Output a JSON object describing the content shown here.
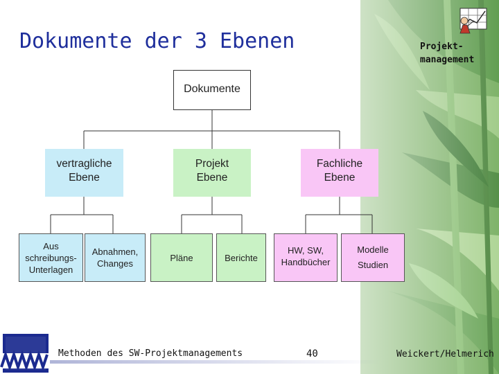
{
  "slide": {
    "title": "Dokumente der 3 Ebenen",
    "corner_label": "Projekt-\nmanagement",
    "corner_icon": "person-with-chart-icon",
    "logo": "WM-logo",
    "background": "bamboo-leaves",
    "footer": {
      "left": "Methoden des SW-Projektmanagements",
      "page_number": "40",
      "right": "Weickert/Helmerich"
    }
  },
  "diagram": {
    "root": {
      "label": "Dokumente"
    },
    "levels": [
      {
        "label": "vertragliche\nEbene",
        "color": "#c8ecf8",
        "children": [
          {
            "label": "Aus\nschreibungs-\nUnterlagen"
          },
          {
            "label": "Abnahmen,\nChanges"
          }
        ]
      },
      {
        "label": "Projekt\nEbene",
        "color": "#c9f2c5",
        "children": [
          {
            "label": "Pläne"
          },
          {
            "label": "Berichte"
          }
        ]
      },
      {
        "label": "Fachliche\nEbene",
        "color": "#f9c6f6",
        "children": [
          {
            "label": "HW, SW,\nHandbücher"
          },
          {
            "label": "Modelle\n\nStudien"
          }
        ]
      }
    ]
  }
}
